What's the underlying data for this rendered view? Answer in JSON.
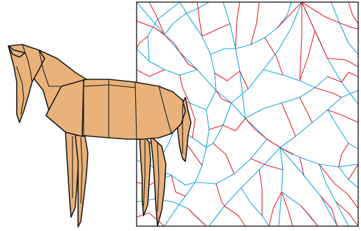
{
  "colors": {
    "mountain": "#e8202e",
    "valley": "#19a9df",
    "border": "#222222",
    "horse_fill": "#e8b27a",
    "horse_edge": "#1a1a1a"
  },
  "figure": {
    "subject": "horse",
    "crease_types": [
      "mountain",
      "valley"
    ]
  }
}
